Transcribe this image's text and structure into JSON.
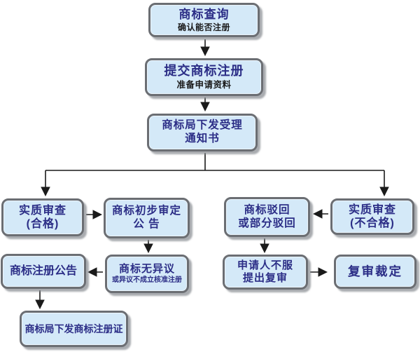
{
  "diagram_type": "flowchart",
  "language": "zh-CN",
  "topic": "trademark-registration-process",
  "colors": {
    "node_fill": "#d4e9f8",
    "node_border": "#6b6e73",
    "title_text": "#2b2d86",
    "subtitle_text": "#1a1a1a",
    "connector": "#1a1a1a",
    "background": "#ffffff"
  },
  "nodes": {
    "search": {
      "title": "商标查询",
      "subtitle": "确认能否注册"
    },
    "submit": {
      "title": "提交商标注册",
      "subtitle": "准备申请资料"
    },
    "acceptance": {
      "title": "商标局下发受理\n通知书"
    },
    "exam_pass": {
      "title": "实质审查\n(合格)"
    },
    "preliminary": {
      "title": "商标初步审定\n公 告"
    },
    "rejection": {
      "title": "商标驳回\n或部分驳回"
    },
    "exam_fail": {
      "title": "实质审查\n(不合格)"
    },
    "announcement": {
      "title": "商标注册公告"
    },
    "no_objection": {
      "title": "商标无异议",
      "subtitle": "或异议不成立核准注册"
    },
    "review_request": {
      "title": "申请人不服\n提出复审"
    },
    "review_decision": {
      "title": "复审裁定"
    },
    "certificate": {
      "title": "商标局下发商标注册证"
    }
  },
  "edges": [
    {
      "from": "search",
      "to": "submit"
    },
    {
      "from": "submit",
      "to": "acceptance"
    },
    {
      "from": "acceptance",
      "to": "exam_pass"
    },
    {
      "from": "acceptance",
      "to": "exam_fail"
    },
    {
      "from": "exam_pass",
      "to": "preliminary"
    },
    {
      "from": "preliminary",
      "to": "no_objection"
    },
    {
      "from": "no_objection",
      "to": "announcement"
    },
    {
      "from": "announcement",
      "to": "certificate"
    },
    {
      "from": "exam_fail",
      "to": "rejection"
    },
    {
      "from": "rejection",
      "to": "review_request"
    },
    {
      "from": "review_request",
      "to": "review_decision"
    }
  ]
}
